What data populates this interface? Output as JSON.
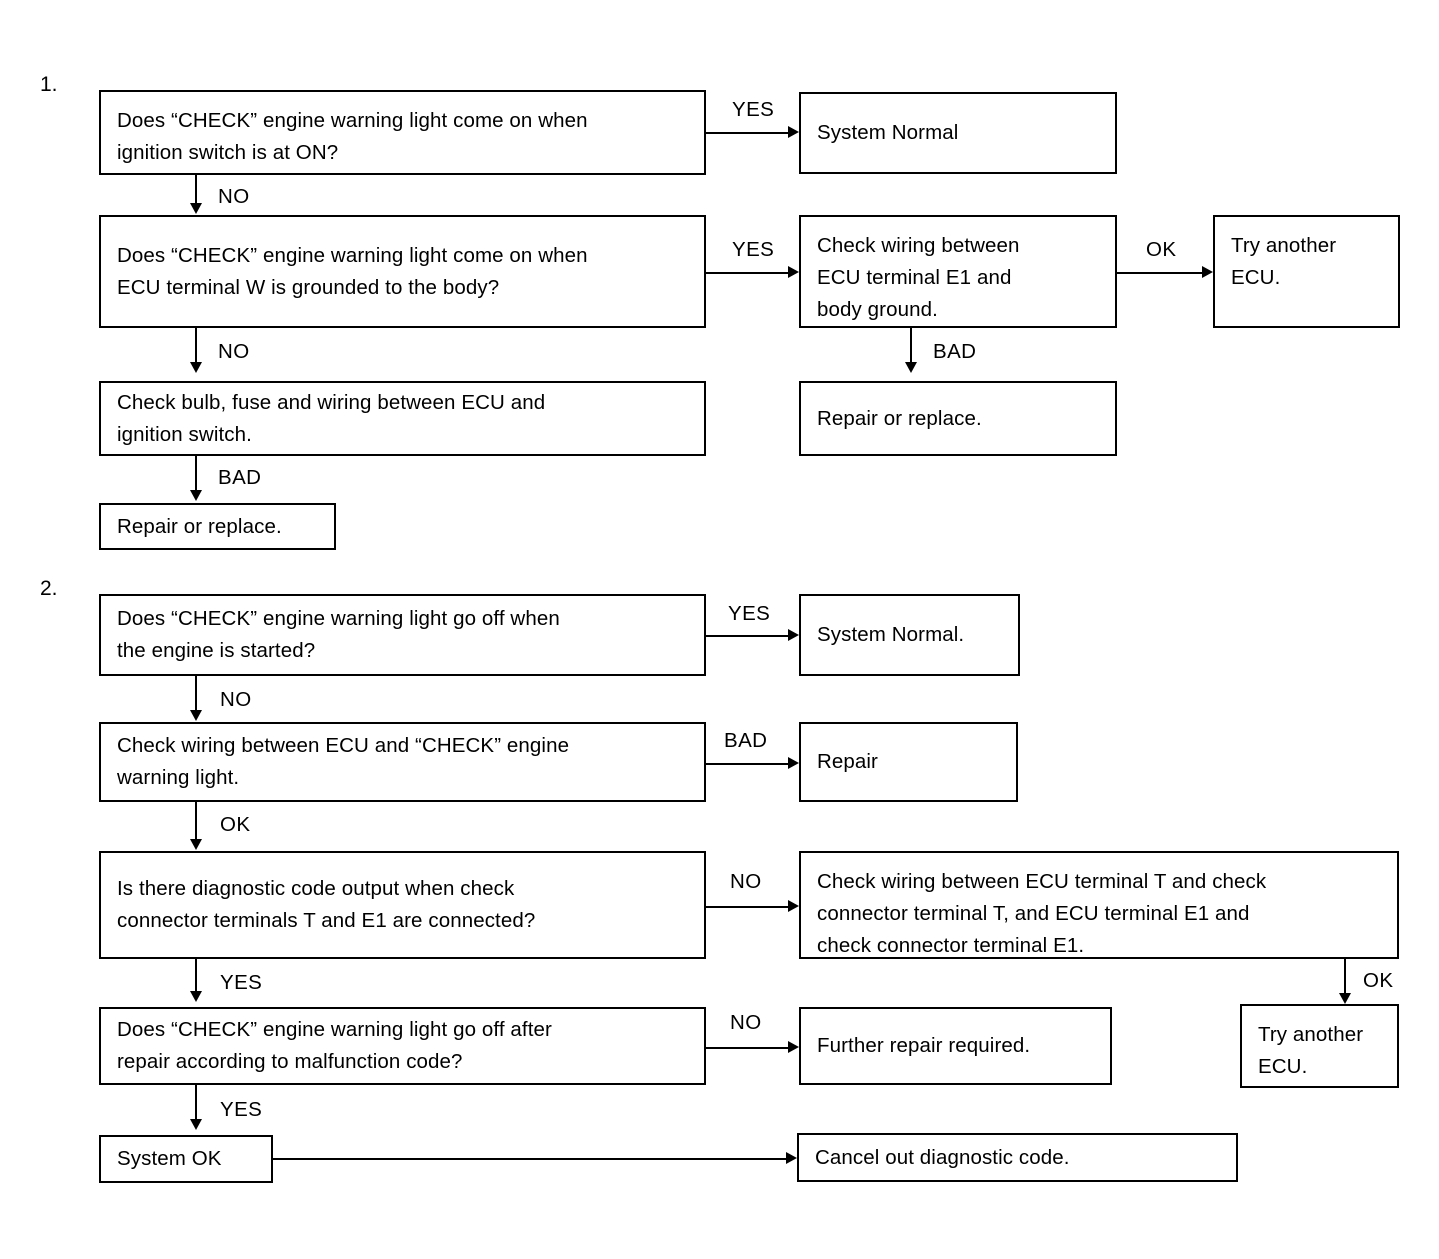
{
  "document": {
    "type": "troubleshooting-flowchart",
    "title": "\"CHECK\" engine warning light diagnostic flowcharts"
  },
  "sections": [
    {
      "number": "1.",
      "boxes": {
        "q1": "Does “CHECK” engine warning light come on when\nignition switch is at ON?",
        "r1": "System Normal",
        "q2": "Does “CHECK” engine warning light come on when\nECU terminal W is grounded to the body?",
        "r2": "Check wiring between\nECU terminal E1 and\nbody ground.",
        "r3": "Try another\nECU.",
        "r4": "Repair or replace.",
        "q3": "Check bulb, fuse and wiring between ECU and\nignition switch.",
        "r5": "Repair or replace."
      },
      "labels": {
        "yes1": "YES",
        "no1": "NO",
        "yes2": "YES",
        "ok1": "OK",
        "no2": "NO",
        "bad1": "BAD",
        "bad2": "BAD"
      }
    },
    {
      "number": "2.",
      "boxes": {
        "q1": "Does “CHECK” engine warning light go off when\nthe engine is started?",
        "r1": "System Normal.",
        "q2": "Check wiring between ECU and “CHECK” engine\nwarning light.",
        "r2": "Repair",
        "q3": "Is there diagnostic code output when check\nconnector terminals T and E1 are connected?",
        "r3": "Check wiring between ECU terminal T and check\nconnector terminal T, and ECU terminal E1 and\ncheck connector terminal E1.",
        "r4": "Try another\nECU.",
        "q4": "Does “CHECK” engine warning light go off after\nrepair according to malfunction code?",
        "r5": "Further repair required.",
        "r6": "System OK",
        "r7": "Cancel out diagnostic code."
      },
      "labels": {
        "yes1": "YES",
        "no1": "NO",
        "bad1": "BAD",
        "ok1": "OK",
        "no2": "NO",
        "ok2": "OK",
        "yes2": "YES",
        "no3": "NO",
        "yes3": "YES"
      }
    }
  ],
  "colors": {
    "ink": "#000000",
    "paper": "#ffffff"
  }
}
